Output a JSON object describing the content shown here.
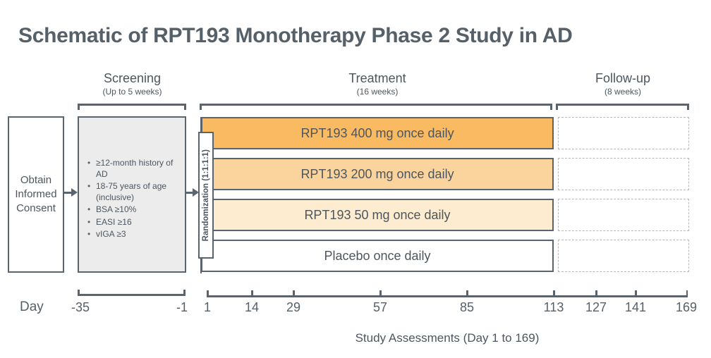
{
  "title": "Schematic of RPT193 Monotherapy Phase 2 Study in AD",
  "phases": {
    "screening": {
      "label": "Screening",
      "duration": "(Up to 5 weeks)"
    },
    "treatment": {
      "label": "Treatment",
      "duration": "(16 weeks)"
    },
    "followup": {
      "label": "Follow-up",
      "duration": "(8 weeks)"
    }
  },
  "consent_box": {
    "label": "Obtain Informed Consent"
  },
  "screening_criteria": [
    "≥12-month history of AD",
    "18-75 years of age (inclusive)",
    "BSA ≥10%",
    "EASI ≥16",
    "vIGA ≥3"
  ],
  "randomization": {
    "label": "Randomization (1:1:1:1)"
  },
  "arms": [
    {
      "label": "RPT193 400 mg once daily",
      "color": "#f9ba62"
    },
    {
      "label": "RPT193 200 mg once daily",
      "color": "#fbd49d"
    },
    {
      "label": "RPT193 50 mg once daily",
      "color": "#fdeccf"
    },
    {
      "label": "Placebo once daily",
      "color": "#ffffff"
    }
  ],
  "timeline": {
    "axis_label": "Day",
    "screening_days": [
      "-35",
      "-1"
    ],
    "assessment_days": [
      "1",
      "14",
      "29",
      "57",
      "85",
      "113",
      "127",
      "141",
      "169"
    ],
    "footer": "Study Assessments (Day 1 to 169)"
  },
  "colors": {
    "accent": "#5a646e",
    "text": "#4d565f"
  }
}
